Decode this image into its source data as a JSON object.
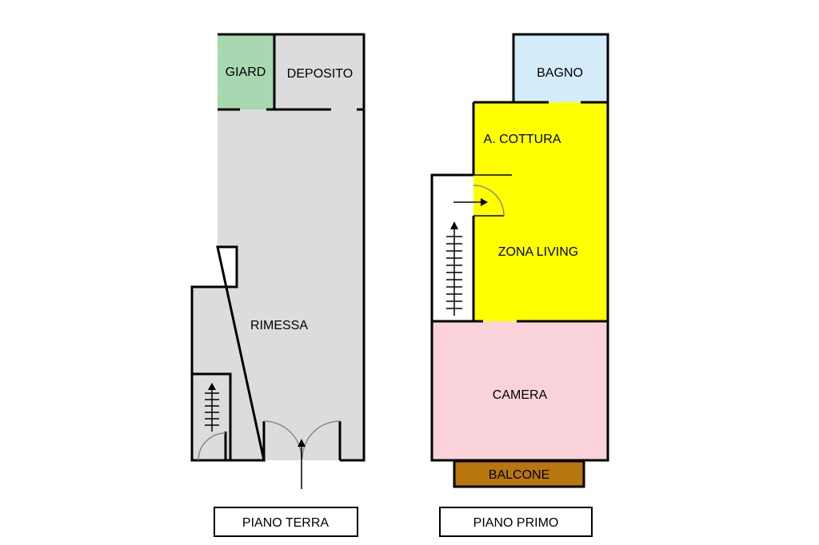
{
  "ground_floor": {
    "caption": "PIANO TERRA",
    "rooms": {
      "giard": "GIARD",
      "deposito": "DEPOSITO",
      "rimessa": "RIMESSA"
    }
  },
  "first_floor": {
    "caption": "PIANO PRIMO",
    "rooms": {
      "bagno": "BAGNO",
      "cottura": "A. COTTURA",
      "living": "ZONA LIVING",
      "camera": "CAMERA",
      "balcone": "BALCONE"
    }
  },
  "colors": {
    "grey_room": "#dcdcdc",
    "green_room": "#a8d8b0",
    "blue_room": "#d4ecfa",
    "yellow_room": "#ffff00",
    "pink_room": "#fad2da",
    "balcony": "#b8760e"
  }
}
